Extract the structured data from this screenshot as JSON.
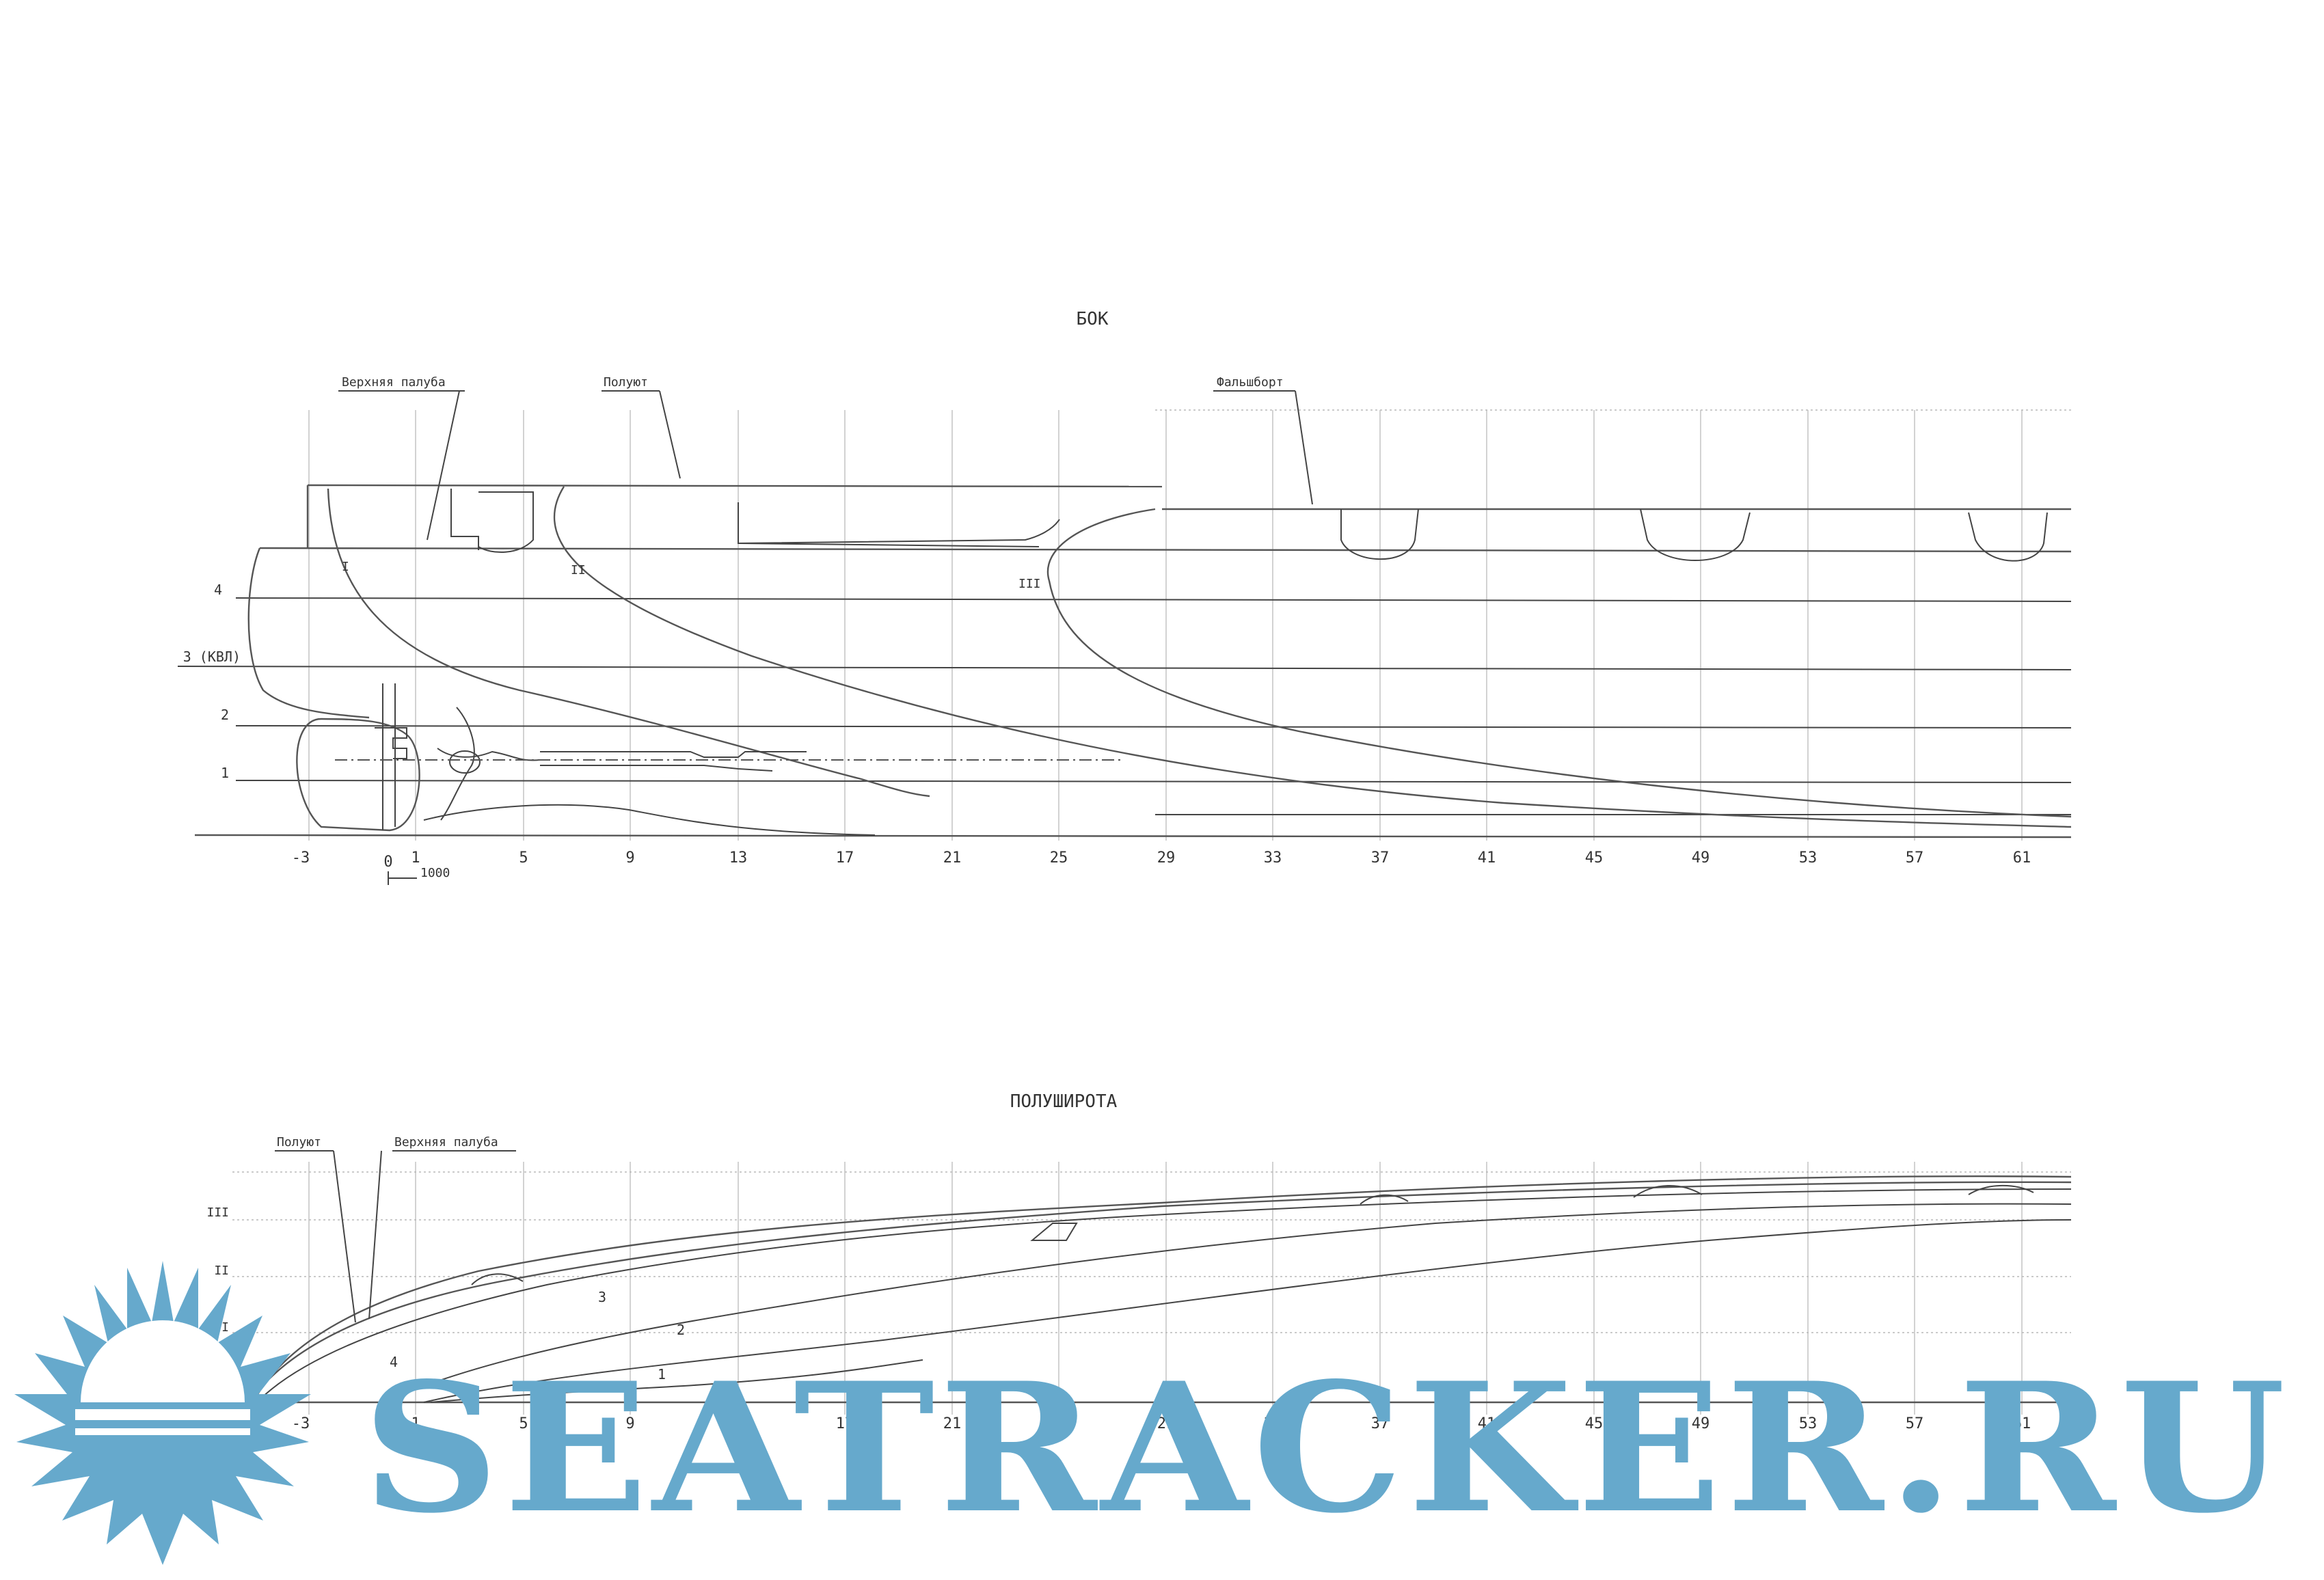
{
  "profile": {
    "title": "БОК",
    "labels": {
      "upper_deck": "Верхняя палуба",
      "poop": "Полуют",
      "bulwark": "Фальшборт"
    },
    "waterlines": [
      "4",
      "3 (КВЛ)",
      "2",
      "1"
    ],
    "buttocks": [
      "I",
      "II",
      "III"
    ],
    "stations": [
      "-3",
      "1",
      "5",
      "9",
      "13",
      "17",
      "21",
      "25",
      "29",
      "33",
      "37",
      "41",
      "45",
      "49",
      "53",
      "57",
      "61"
    ],
    "zero_label": "0",
    "scale_label": "1000"
  },
  "half_breadth": {
    "title": "ПОЛУШИРОТА",
    "labels": {
      "poop": "Полуют",
      "upper_deck": "Верхняя палуба"
    },
    "buttock_marks": [
      "III",
      "II",
      "I"
    ],
    "waterline_marks": [
      "4",
      "3",
      "2",
      "1"
    ],
    "stations": [
      "-3",
      "1",
      "5",
      "9",
      "13",
      "17",
      "21",
      "25",
      "29",
      "33",
      "37",
      "41",
      "45",
      "49",
      "53",
      "57",
      "61"
    ],
    "zero_label": "0"
  },
  "watermark": {
    "text": "SEATRACKER.RU",
    "color": "#66a9cc",
    "icon": "sun-icon"
  }
}
